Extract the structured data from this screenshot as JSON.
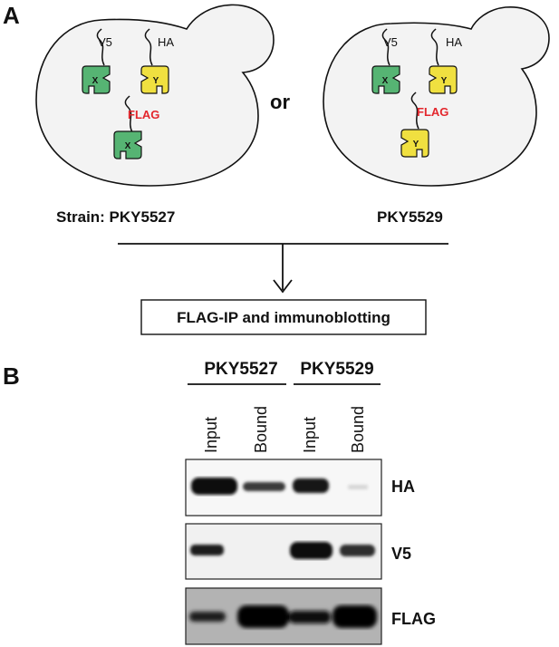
{
  "panel_a": {
    "letter": "A",
    "cell_left": {
      "v5": "V5",
      "ha": "HA",
      "flag": "FLAG",
      "x_top": "X",
      "y_top": "Y",
      "x_bottom": "X"
    },
    "cell_right": {
      "v5": "V5",
      "ha": "HA",
      "flag": "FLAG",
      "x_top": "X",
      "y_top": "Y",
      "y_bottom": "Y"
    },
    "or_text": "or",
    "strain_left": "Strain: PKY5527",
    "strain_right": "PKY5529",
    "procedure_box": "FLAG-IP and immunoblotting"
  },
  "panel_b": {
    "letter": "B",
    "strain_left": "PKY5527",
    "strain_right": "PKY5529",
    "lanes": [
      "Input",
      "Bound",
      "Input",
      "Bound"
    ],
    "blots": [
      {
        "label": "HA"
      },
      {
        "label": "V5"
      },
      {
        "label": "FLAG"
      }
    ]
  },
  "colors": {
    "protein_x": "#56b473",
    "protein_y": "#f0e040",
    "flag_text": "#e3262c"
  }
}
